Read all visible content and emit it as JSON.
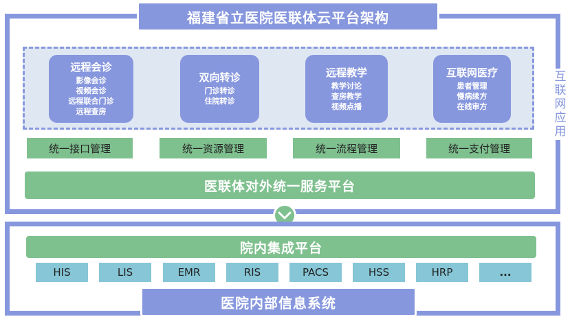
{
  "title": "福建省立医院医联体云平台架构",
  "side_label": "互联网应用",
  "apps": [
    {
      "title": "远程会诊",
      "items": [
        "影像会诊",
        "视频会诊",
        "远程联合门诊",
        "远程查房"
      ]
    },
    {
      "title": "双向转诊",
      "items": [
        "门诊转诊",
        "住院转诊"
      ]
    },
    {
      "title": "远程教学",
      "items": [
        "教学讨论",
        "查房教学",
        "视频点播"
      ]
    },
    {
      "title": "互联网医疗",
      "items": [
        "患者管理",
        "慢病续方",
        "在线审方"
      ]
    }
  ],
  "management": [
    "统一接口管理",
    "统一资源管理",
    "统一流程管理",
    "统一支付管理"
  ],
  "service_platform": "医联体对外统一服务平台",
  "integration_platform": "院内集成平台",
  "systems": [
    "HIS",
    "LIS",
    "EMR",
    "RIS",
    "PACS",
    "HSS",
    "HRP",
    "..."
  ],
  "bottom_title": "医院内部信息系统",
  "colors": {
    "frame": "#8797de",
    "green": "#7fc08f",
    "system": "#86c6d6",
    "app_area": "#dfe7f3"
  }
}
